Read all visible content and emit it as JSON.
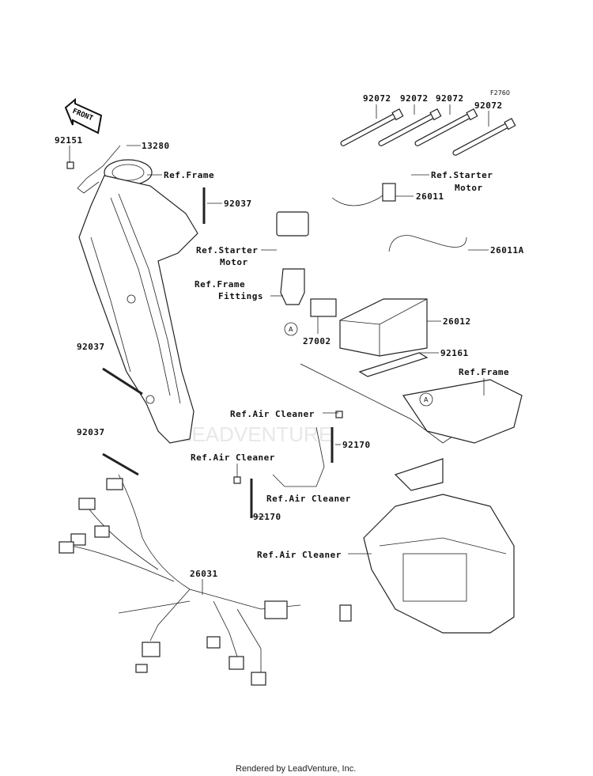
{
  "diagram": {
    "figure_code": "F2760",
    "front_arrow": "FRONT",
    "watermark": "LEADVENTURE",
    "labels": {
      "tie_1": "92072",
      "tie_2": "92072",
      "tie_3": "92072",
      "tie_4": "92072",
      "bolt_92151": "92151",
      "part_13280": "13280",
      "ref_frame_top": "Ref.Frame",
      "band_92037_top": "92037",
      "ref_starter_motor_right_1": "Ref.Starter",
      "ref_starter_motor_right_2": "Motor",
      "part_26011": "26011",
      "part_26011A": "26011A",
      "ref_starter_motor_left_1": "Ref.Starter",
      "ref_starter_motor_left_2": "Motor",
      "ref_frame_fittings_1": "Ref.Frame",
      "ref_frame_fittings_2": "Fittings",
      "part_27002": "27002",
      "part_26012": "26012",
      "part_92161": "92161",
      "ref_frame_right": "Ref.Frame",
      "band_92037_mid": "92037",
      "band_92037_low": "92037",
      "ref_air_cleaner_1": "Ref.Air Cleaner",
      "band_92170_right": "92170",
      "ref_air_cleaner_2": "Ref.Air Cleaner",
      "ref_air_cleaner_3": "Ref.Air Cleaner",
      "band_92170_left": "92170",
      "ref_air_cleaner_4": "Ref.Air Cleaner",
      "harness_26031": "26031"
    },
    "markers": [
      "A",
      "A"
    ]
  },
  "footer": "Rendered by LeadVenture, Inc."
}
